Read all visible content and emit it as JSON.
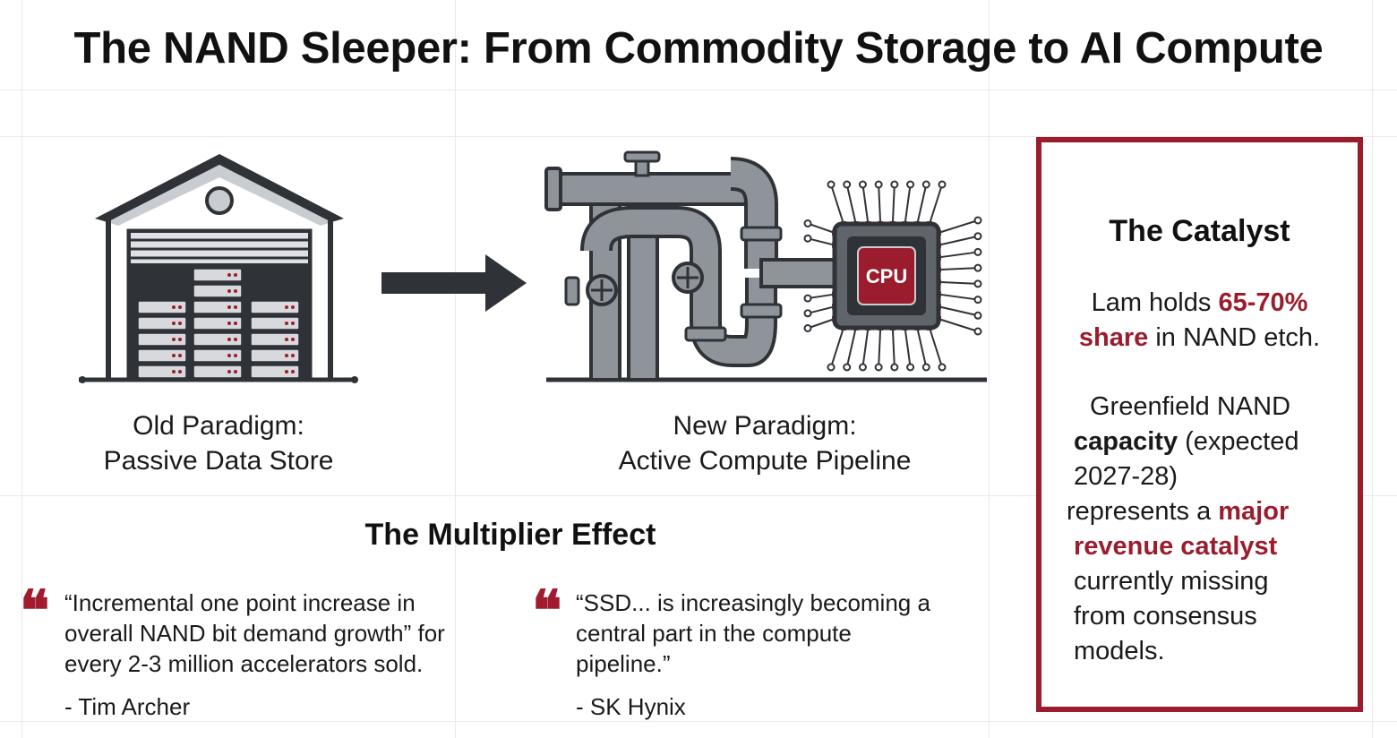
{
  "title": "The NAND Sleeper: From Commodity Storage to AI Compute",
  "old_paradigm": {
    "line1": "Old Paradigm:",
    "line2": "Passive Data Store"
  },
  "new_paradigm": {
    "line1": "New Paradigm:",
    "line2": "Active Compute Pipeline",
    "chip_label": "CPU"
  },
  "multiplier": {
    "heading": "The Multiplier Effect",
    "quote_mark": "❝",
    "quotes": [
      {
        "lines": [
          "“Incremental one point increase in",
          "overall NAND bit demand growth” for",
          "every 2-3 million accelerators sold."
        ],
        "author": "- Tim Archer"
      },
      {
        "lines": [
          "“SSD... is increasingly becoming a",
          "central part in the compute",
          "pipeline.”"
        ],
        "author": "- SK Hynix"
      }
    ]
  },
  "catalyst": {
    "title": "The Catalyst",
    "p1": {
      "a": "Lam holds ",
      "b": "65-70%",
      "c": "share",
      "d": " in NAND etch."
    },
    "p2": {
      "a": "Greenfield NAND",
      "b": "capacity",
      "c": " (expected",
      "d": "2027-28)",
      "e": "represents a ",
      "f": "major",
      "g": "revenue catalyst",
      "h": "currently missing",
      "i": "from consensus",
      "j": "models."
    }
  },
  "colors": {
    "accent": "#9b1d2d",
    "dark": "#2f3338",
    "pipe": "#8e949a"
  }
}
